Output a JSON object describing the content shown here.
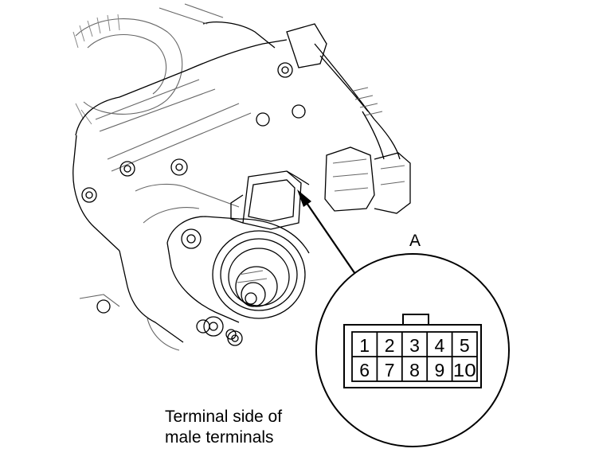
{
  "callout_label": "A",
  "connector": {
    "pins_top": [
      "1",
      "2",
      "3",
      "4",
      "5"
    ],
    "pins_bottom": [
      "6",
      "7",
      "8",
      "9",
      "10"
    ]
  },
  "caption": {
    "line1": "Terminal side of",
    "line2": "male terminals"
  }
}
